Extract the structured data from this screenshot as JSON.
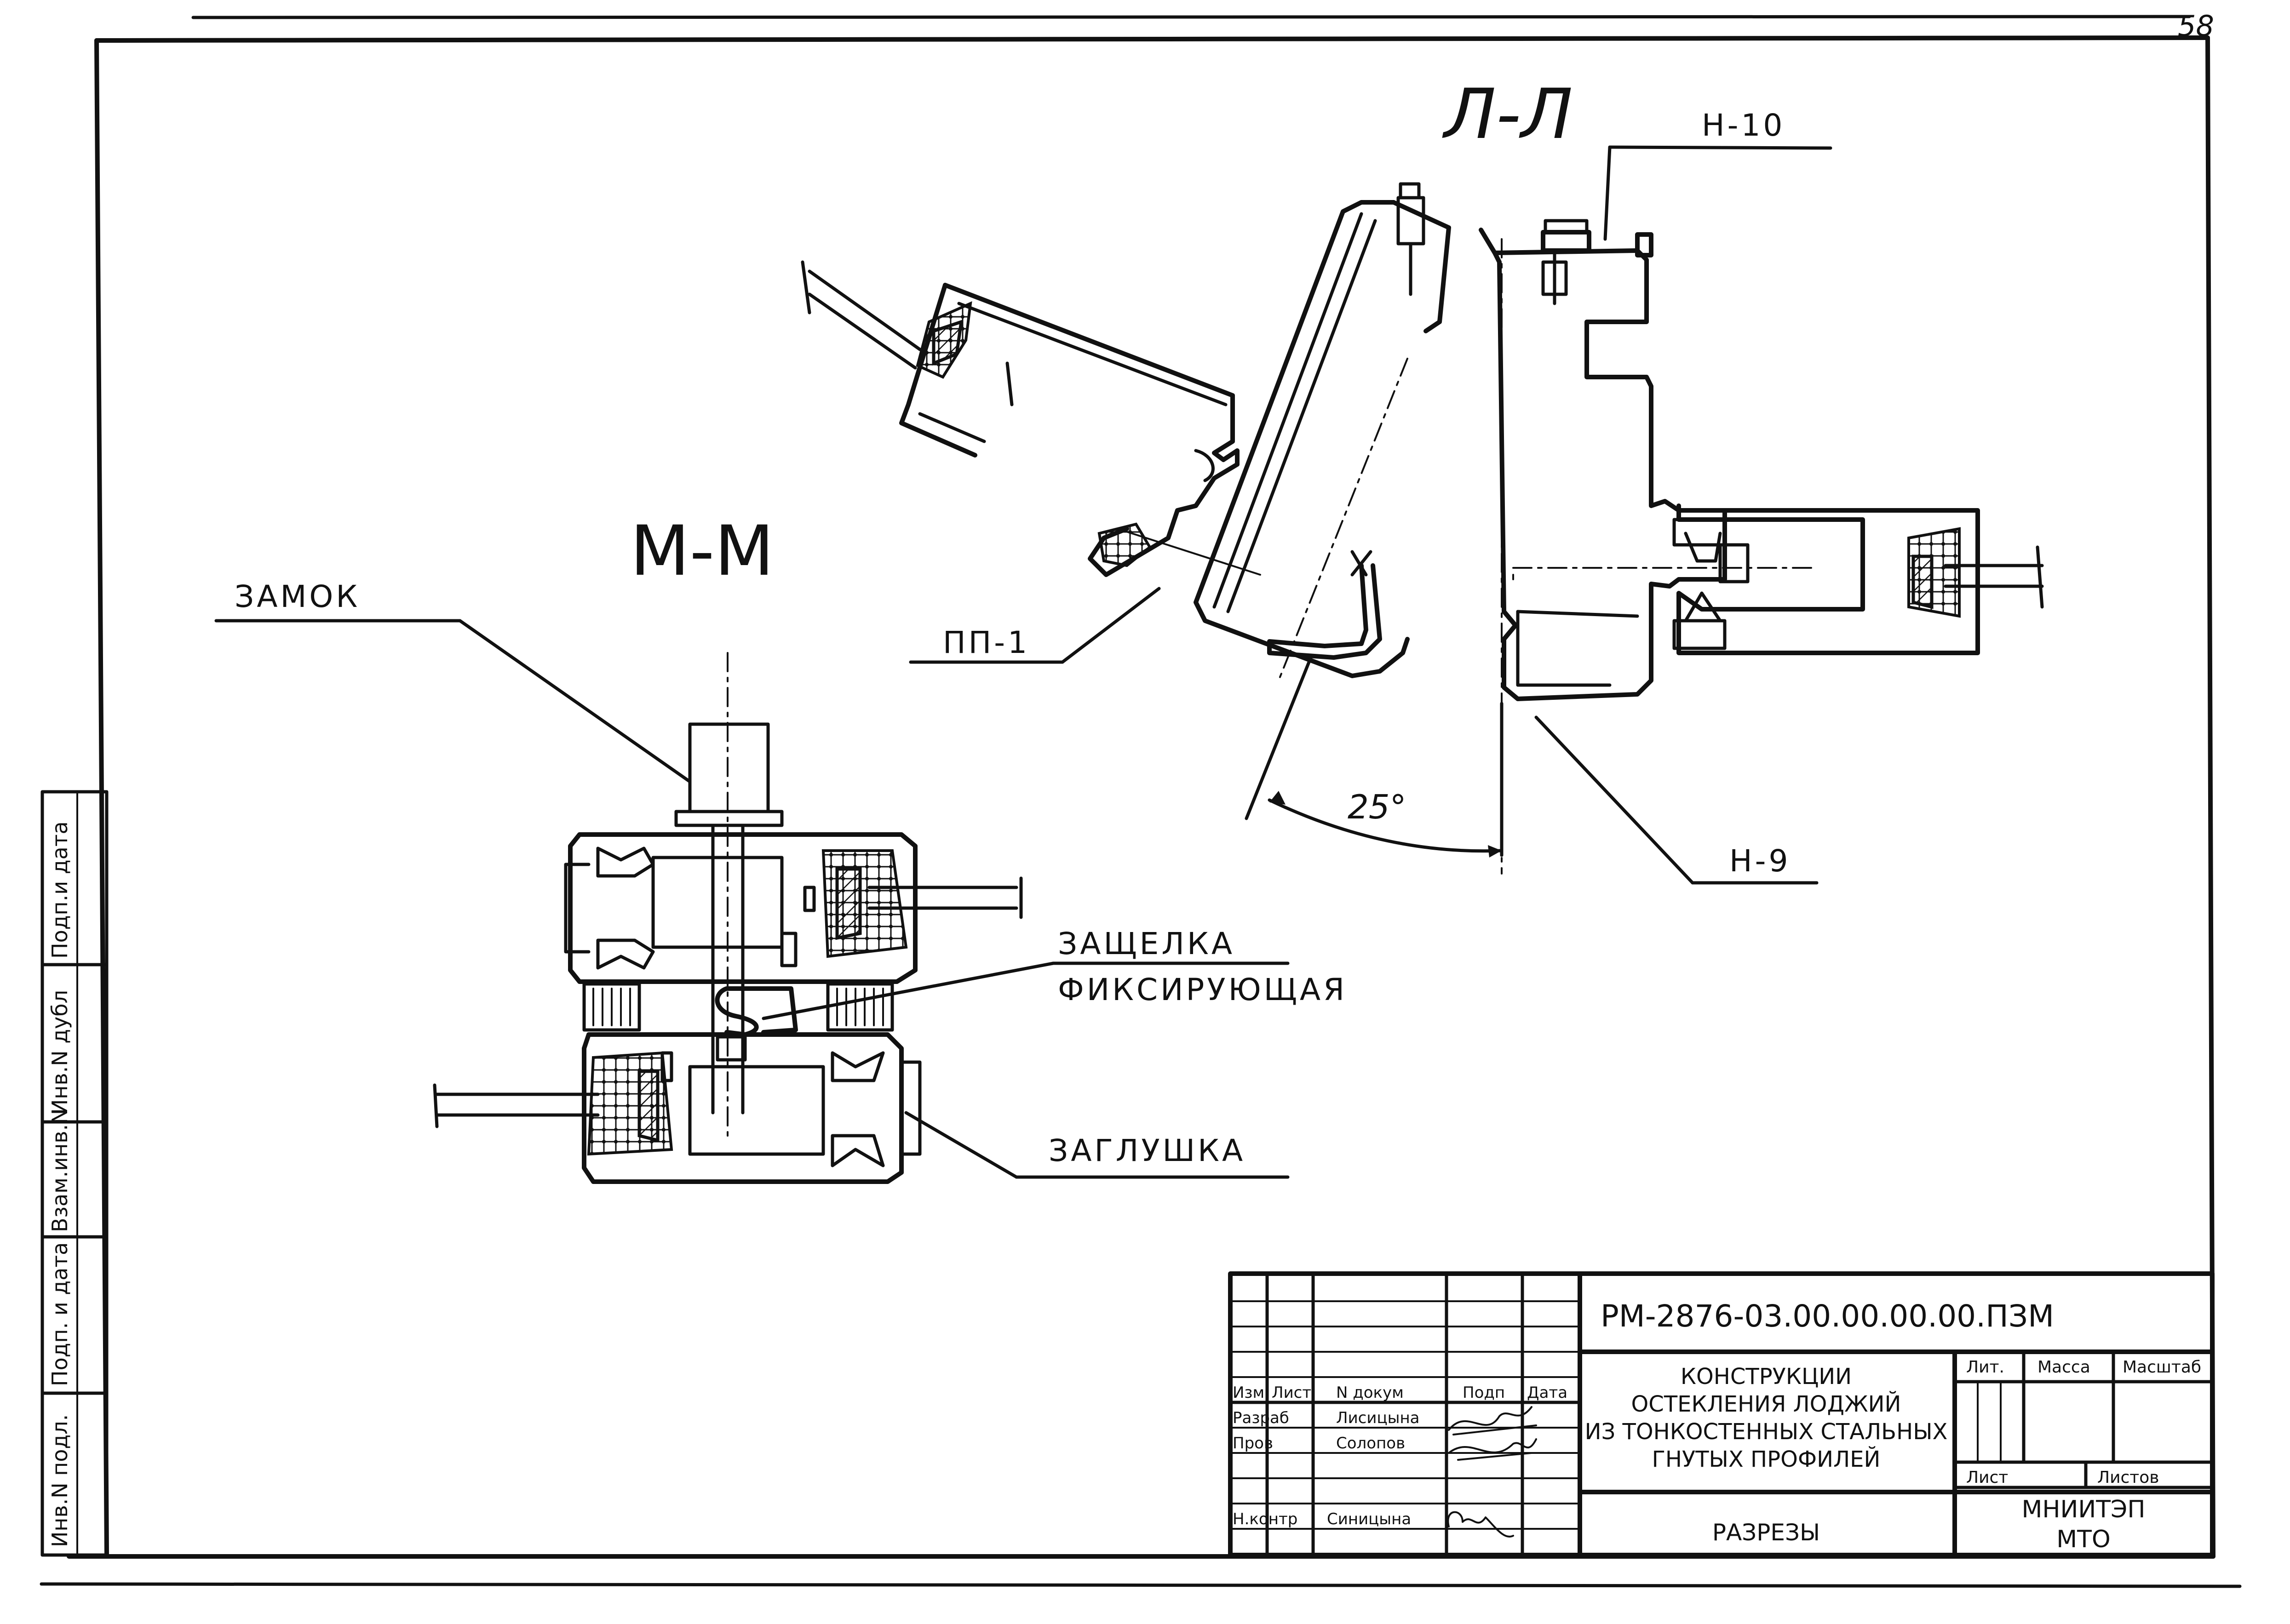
{
  "page_number": "58",
  "sections": {
    "l_l": "Л-Л",
    "m_m": "М-М"
  },
  "labels": {
    "h10": "Н-10",
    "h9": "Н-9",
    "pp1": "ПП-1",
    "angle": "25°",
    "zamok": "ЗАМОК",
    "zashchelka_1": "ЗАЩЕЛКА",
    "zashchelka_2": "ФИКСИРУЮЩАЯ",
    "zaglushka": "ЗАГЛУШКА"
  },
  "side_stamp": [
    "Инв.N подл.",
    "Подп. и дата",
    "Взам.инв.N",
    "Инв.N дубл",
    "Подп.и дата"
  ],
  "title_block": {
    "doc_code": "РМ-2876-03.00.00.00.00.ПЗМ",
    "title_lines": [
      "КОНСТРУКЦИИ",
      "ОСТЕКЛЕНИЯ ЛОДЖИЙ",
      "ИЗ ТОНКОСТЕННЫХ СТАЛЬНЫХ",
      "ГНУТЫХ ПРОФИЛЕЙ"
    ],
    "sheet_name": "РАЗРЕЗЫ",
    "org_lines": [
      "МНИИТЭП",
      "МТО"
    ],
    "header": {
      "izm": "Изм",
      "list": "Лист",
      "n_dokum": "N докум",
      "podp": "Подп",
      "data": "Дата"
    },
    "rows": [
      {
        "role": "Разраб",
        "name": "Лисицына"
      },
      {
        "role": "Пров",
        "name": "Солопов"
      },
      {
        "role": "Н.контр",
        "name": "Синицына"
      }
    ],
    "lit": "Лит.",
    "massa": "Масса",
    "masshtab": "Масштаб",
    "list_label": "Лист",
    "listov_label": "Листов"
  }
}
